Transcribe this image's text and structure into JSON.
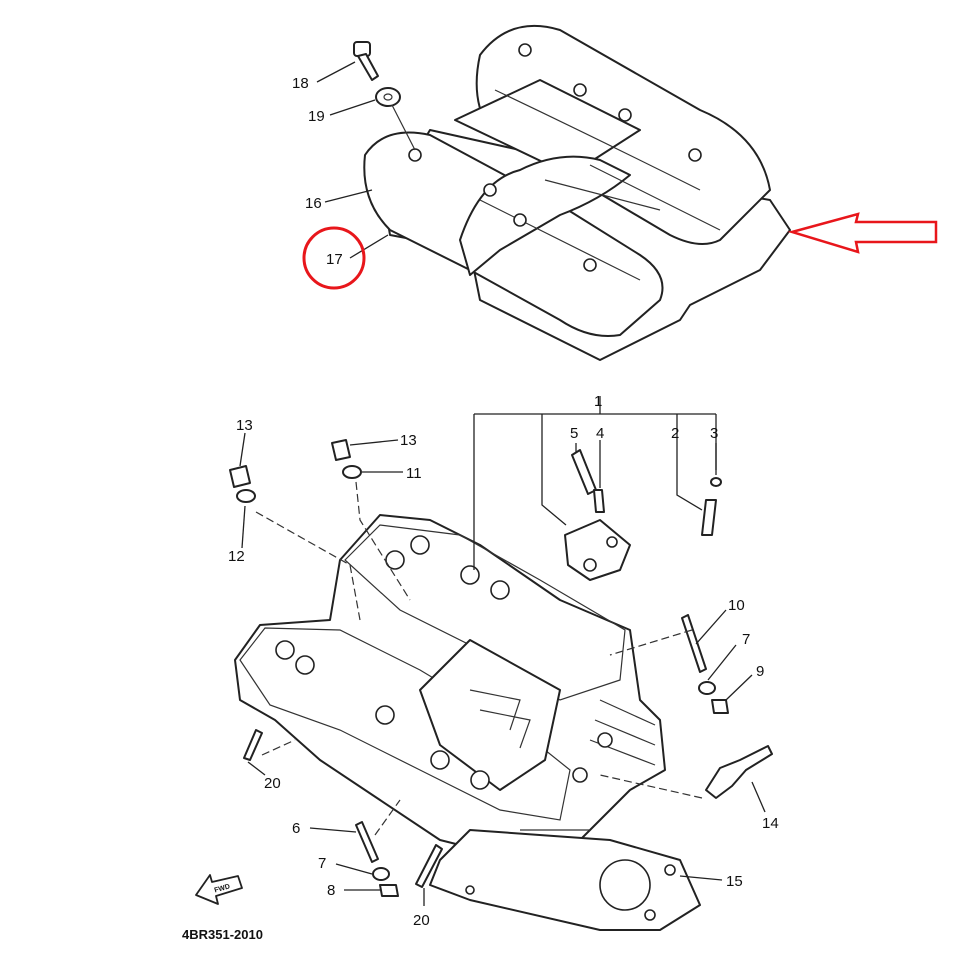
{
  "diagram_code": "4BR351-2010",
  "fwd_text": "FWD",
  "colors": {
    "highlight": "#e8161b",
    "line": "#222222",
    "background": "#ffffff"
  },
  "callouts": {
    "c1": "1",
    "c2": "2",
    "c3": "3",
    "c4": "4",
    "c5": "5",
    "c6": "6",
    "c7a": "7",
    "c7b": "7",
    "c8": "8",
    "c9": "9",
    "c10": "10",
    "c11": "11",
    "c12": "12",
    "c13a": "13",
    "c13b": "13",
    "c14": "14",
    "c15": "15",
    "c16": "16",
    "c17": "17",
    "c18": "18",
    "c19": "19",
    "c20a": "20",
    "c20b": "20"
  },
  "highlighted_part": "17"
}
